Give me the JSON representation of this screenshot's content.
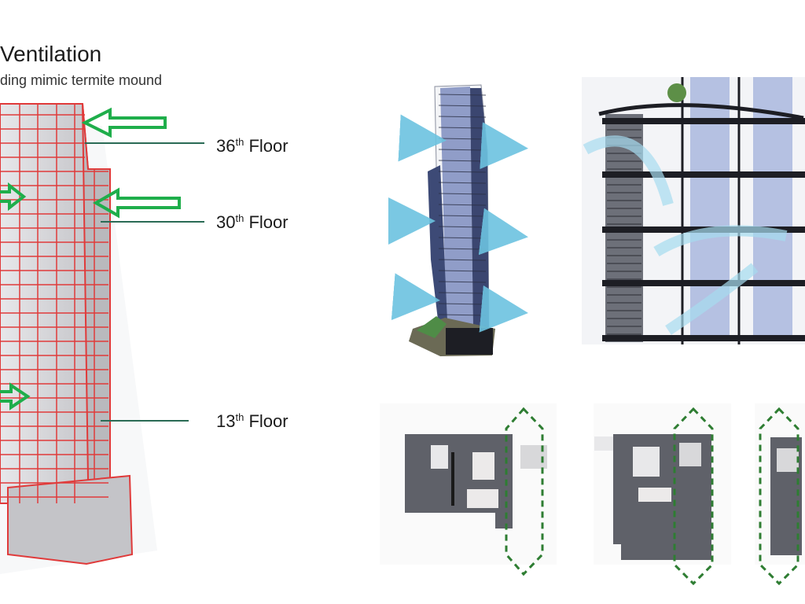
{
  "title": "Ventilation",
  "subtitle": "ding mimic termite mound",
  "floor_labels": [
    {
      "num": "36",
      "sup": "th",
      "word": " Floor"
    },
    {
      "num": "30",
      "sup": "th",
      "word": " Floor"
    },
    {
      "num": "13",
      "sup": "th",
      "word": " Floor"
    }
  ],
  "colors": {
    "green_arrow": "#1fae4b",
    "tower_outline": "#e03a3a",
    "tower_fill": "#cfcfd2",
    "airflow": "#8fd0e6",
    "plan_arrow": "#2e7d32",
    "glass": "#7d8fc2"
  }
}
